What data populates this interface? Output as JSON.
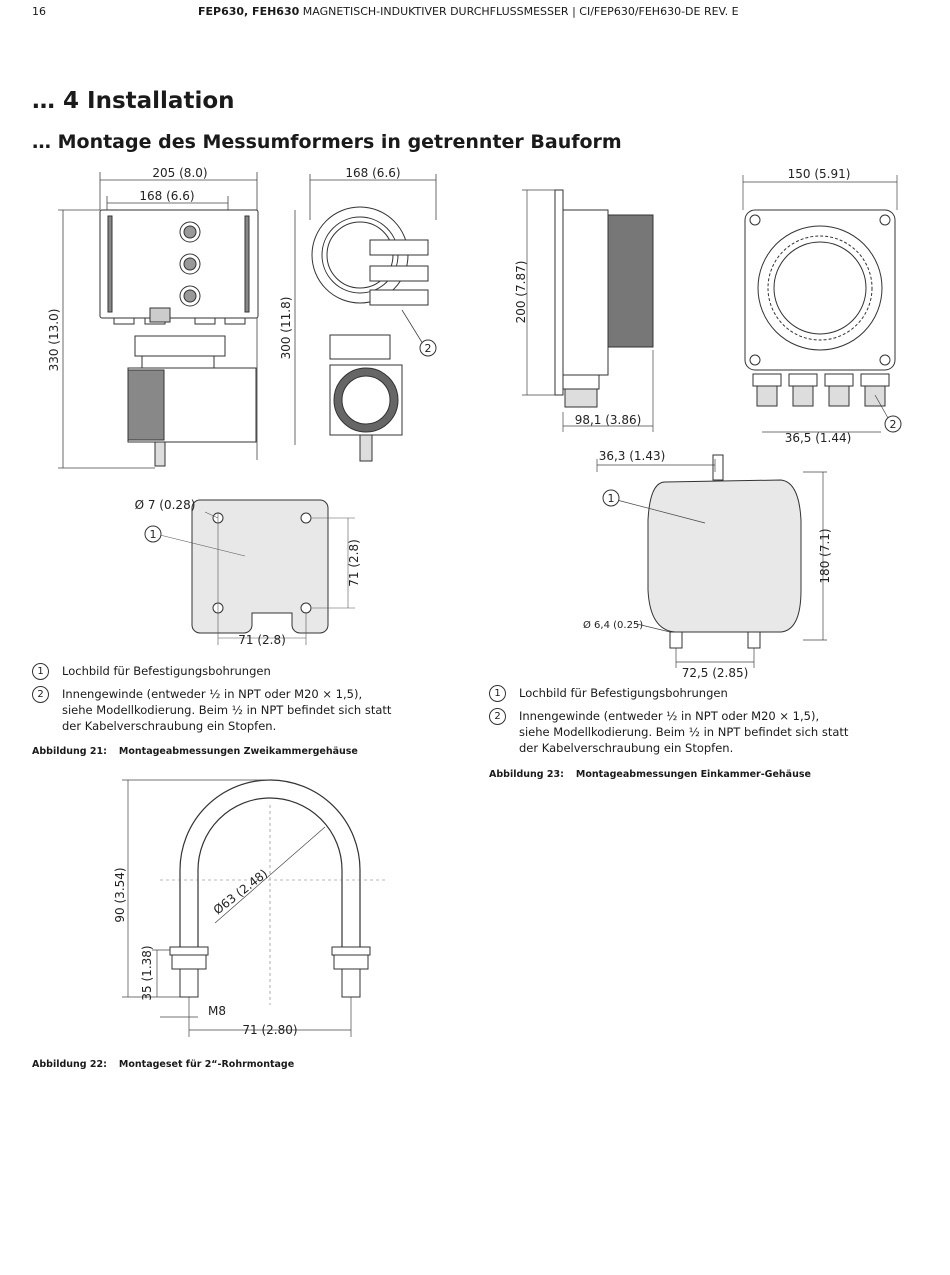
{
  "header": {
    "page_number": "16",
    "product_bold": "FEP630, FEH630",
    "product_rest": " MAGNETISCH-INDUKTIVER DURCHFLUSSMESSER  |  CI/FEP630/FEH630-DE REV. E"
  },
  "section_title": "… 4  Installation",
  "subsection_title": "… Montage des Messumformers in getrennter Bauform",
  "figure21": {
    "dimensions": {
      "width_overall": "205 (8.0)",
      "width_housing": "168 (6.6)",
      "width_side": "168 (6.6)",
      "height_overall": "330 (13.0)",
      "height_side": "300 (11.8)",
      "hole_diameter": "Ø 7 (0.28)",
      "hole_spacing_v": "71 (2.8)",
      "hole_spacing_h": "71 (2.8)"
    },
    "markers": {
      "one": "1",
      "two": "2"
    },
    "legend": [
      {
        "num": "1",
        "text": "Lochbild für Befestigungsbohrungen"
      },
      {
        "num": "2",
        "text": "Innengewinde (entweder ½ in NPT oder M20 × 1,5), siehe Modellkodierung. Beim ½ in NPT befindet sich statt der Kabelverschraubung ein Stopfen."
      }
    ],
    "caption_label": "Abbildung 21:",
    "caption_text": "Montageabmessungen Zweikammergehäuse"
  },
  "figure22": {
    "dimensions": {
      "height_overall": "90 (3.54)",
      "height_thread": "35 (1.38)",
      "diameter": "Ø63 (2.48)",
      "thread": "M8",
      "spacing": "71 (2.80)"
    },
    "caption_label": "Abbildung 22:",
    "caption_text": "Montageset für 2“-Rohrmontage"
  },
  "figure23": {
    "dimensions": {
      "height_side": "200 (7.87)",
      "depth": "98,1 (3.86)",
      "width_front": "150 (5.91)",
      "gland_spacing": "36,5 (1.44)",
      "offset_top": "36,3 (1.43)",
      "hole_height": "180 (7.1)",
      "hole_diameter": "Ø 6,4 (0.25)",
      "hole_width": "72,5 (2.85)"
    },
    "markers": {
      "one": "1",
      "two": "2"
    },
    "legend": [
      {
        "num": "1",
        "text": "Lochbild für Befestigungsbohrungen"
      },
      {
        "num": "2",
        "text": "Innengewinde (entweder ½ in NPT oder M20 × 1,5), siehe Modellkodierung. Beim ½ in NPT befindet sich statt der Kabelverschraubung ein Stopfen."
      }
    ],
    "caption_label": "Abbildung 23:",
    "caption_text": "Montageabmessungen Einkammer-Gehäuse"
  }
}
